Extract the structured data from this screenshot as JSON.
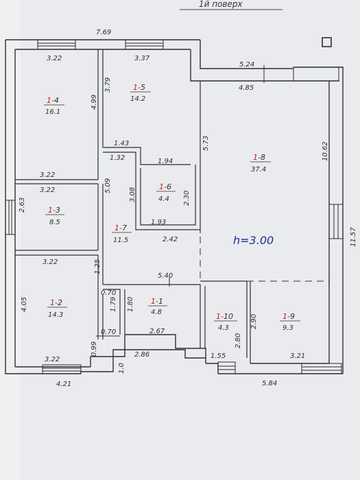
{
  "page": {
    "header": "1й поверх"
  },
  "colors": {
    "paper": "#e9ebee",
    "ink": "#2d2d2d",
    "red": "#c8201e",
    "blue": "#1f2e8c"
  },
  "plan": {
    "ceiling_height": "h=3.00",
    "rooms": [
      {
        "prefix": "1-",
        "num": "4",
        "area": "16.1"
      },
      {
        "prefix": "1-",
        "num": "5",
        "area": "14.2"
      },
      {
        "prefix": "1-",
        "num": "8",
        "area": "37.4"
      },
      {
        "prefix": "1-",
        "num": "6",
        "area": "4.4"
      },
      {
        "prefix": "1-",
        "num": "3",
        "area": "8.5"
      },
      {
        "prefix": "1-",
        "num": "7",
        "area": "11.5"
      },
      {
        "prefix": "1-",
        "num": "2",
        "area": "14.3"
      },
      {
        "prefix": "1-",
        "num": "1",
        "area": "4.8"
      },
      {
        "prefix": "1-",
        "num": "10",
        "area": "4.3"
      },
      {
        "prefix": "1-",
        "num": "9",
        "area": "9.3"
      }
    ],
    "dimensions": {
      "top_overall": "7.69",
      "r4_width": "3.22",
      "r5_width": "3.37",
      "r8_top_outer": "5.24",
      "r8_width": "4.85",
      "r4_height": "4.99",
      "r5_height": "3.79",
      "r8_left_height": "5.73",
      "r8_height": "10.62",
      "right_overall": "11.57",
      "hall_top_width": "1.43",
      "hall_mid_width": "1.32",
      "r6_top_width": "1.94",
      "r4_bottom": "3.22",
      "r3_top": "3.22",
      "r7_height": "5.09",
      "r6_left": "3.08",
      "r6_right": "2.30",
      "r6_bottom": "1.93",
      "r7_bottom": "2.42",
      "left_r3": "2.63",
      "r2_top": "3.22",
      "hall_step": "1.25",
      "r1_top": "5.40",
      "r2_right_a": "0.70",
      "r1_left_a": "1.79",
      "r1_left_b": "1.80",
      "r10_height": "2.90",
      "r2_right_b": "0.70",
      "r1_bottom": "2.67",
      "r2_height": "4.05",
      "r2_door": "0.99",
      "r10_bottom_h": "2.80",
      "r2_bottom": "3.22",
      "entry_width": "2.86",
      "step": "1.0",
      "r10_bottom": "1.55",
      "r9_bottom": "3.21",
      "bottom_left": "4.21",
      "bottom_right": "5.84"
    }
  }
}
